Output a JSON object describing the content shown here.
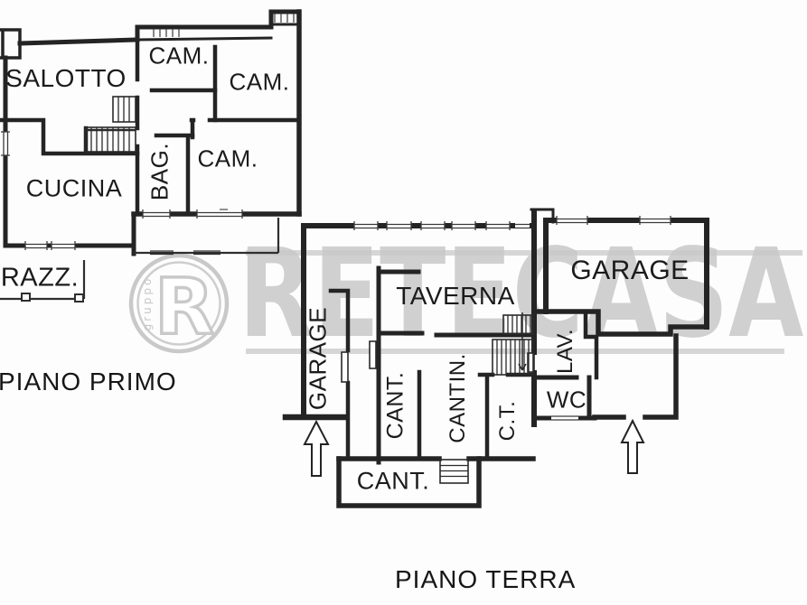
{
  "piano_primo": {
    "title": "PIANO PRIMO",
    "rooms": {
      "salotto": "SALOTTO",
      "cam1": "CAM.",
      "cam2": "CAM.",
      "cucina": "CUCINA",
      "bag": "BAG.",
      "cam3": "CAM.",
      "terrazza": "RAZZ."
    }
  },
  "piano_terra": {
    "title": "PIANO TERRA",
    "rooms": {
      "garage_strip": "GARAGE",
      "taverna": "TAVERNA",
      "garage": "GARAGE",
      "cant1": "CANT.",
      "cantin": "CANTIN.",
      "ct": "C.T.",
      "lav": "LAV.",
      "wc": "WC",
      "cant2": "CANT."
    }
  },
  "watermark": {
    "brand": "RETECASA",
    "logo_letter": "R",
    "logo_subtext": "gruppo",
    "color": "#c9c9c9"
  },
  "icons": {
    "entrance_arrow": "hollow-arrow-up",
    "stair_direction": "thin-line-arrow"
  }
}
